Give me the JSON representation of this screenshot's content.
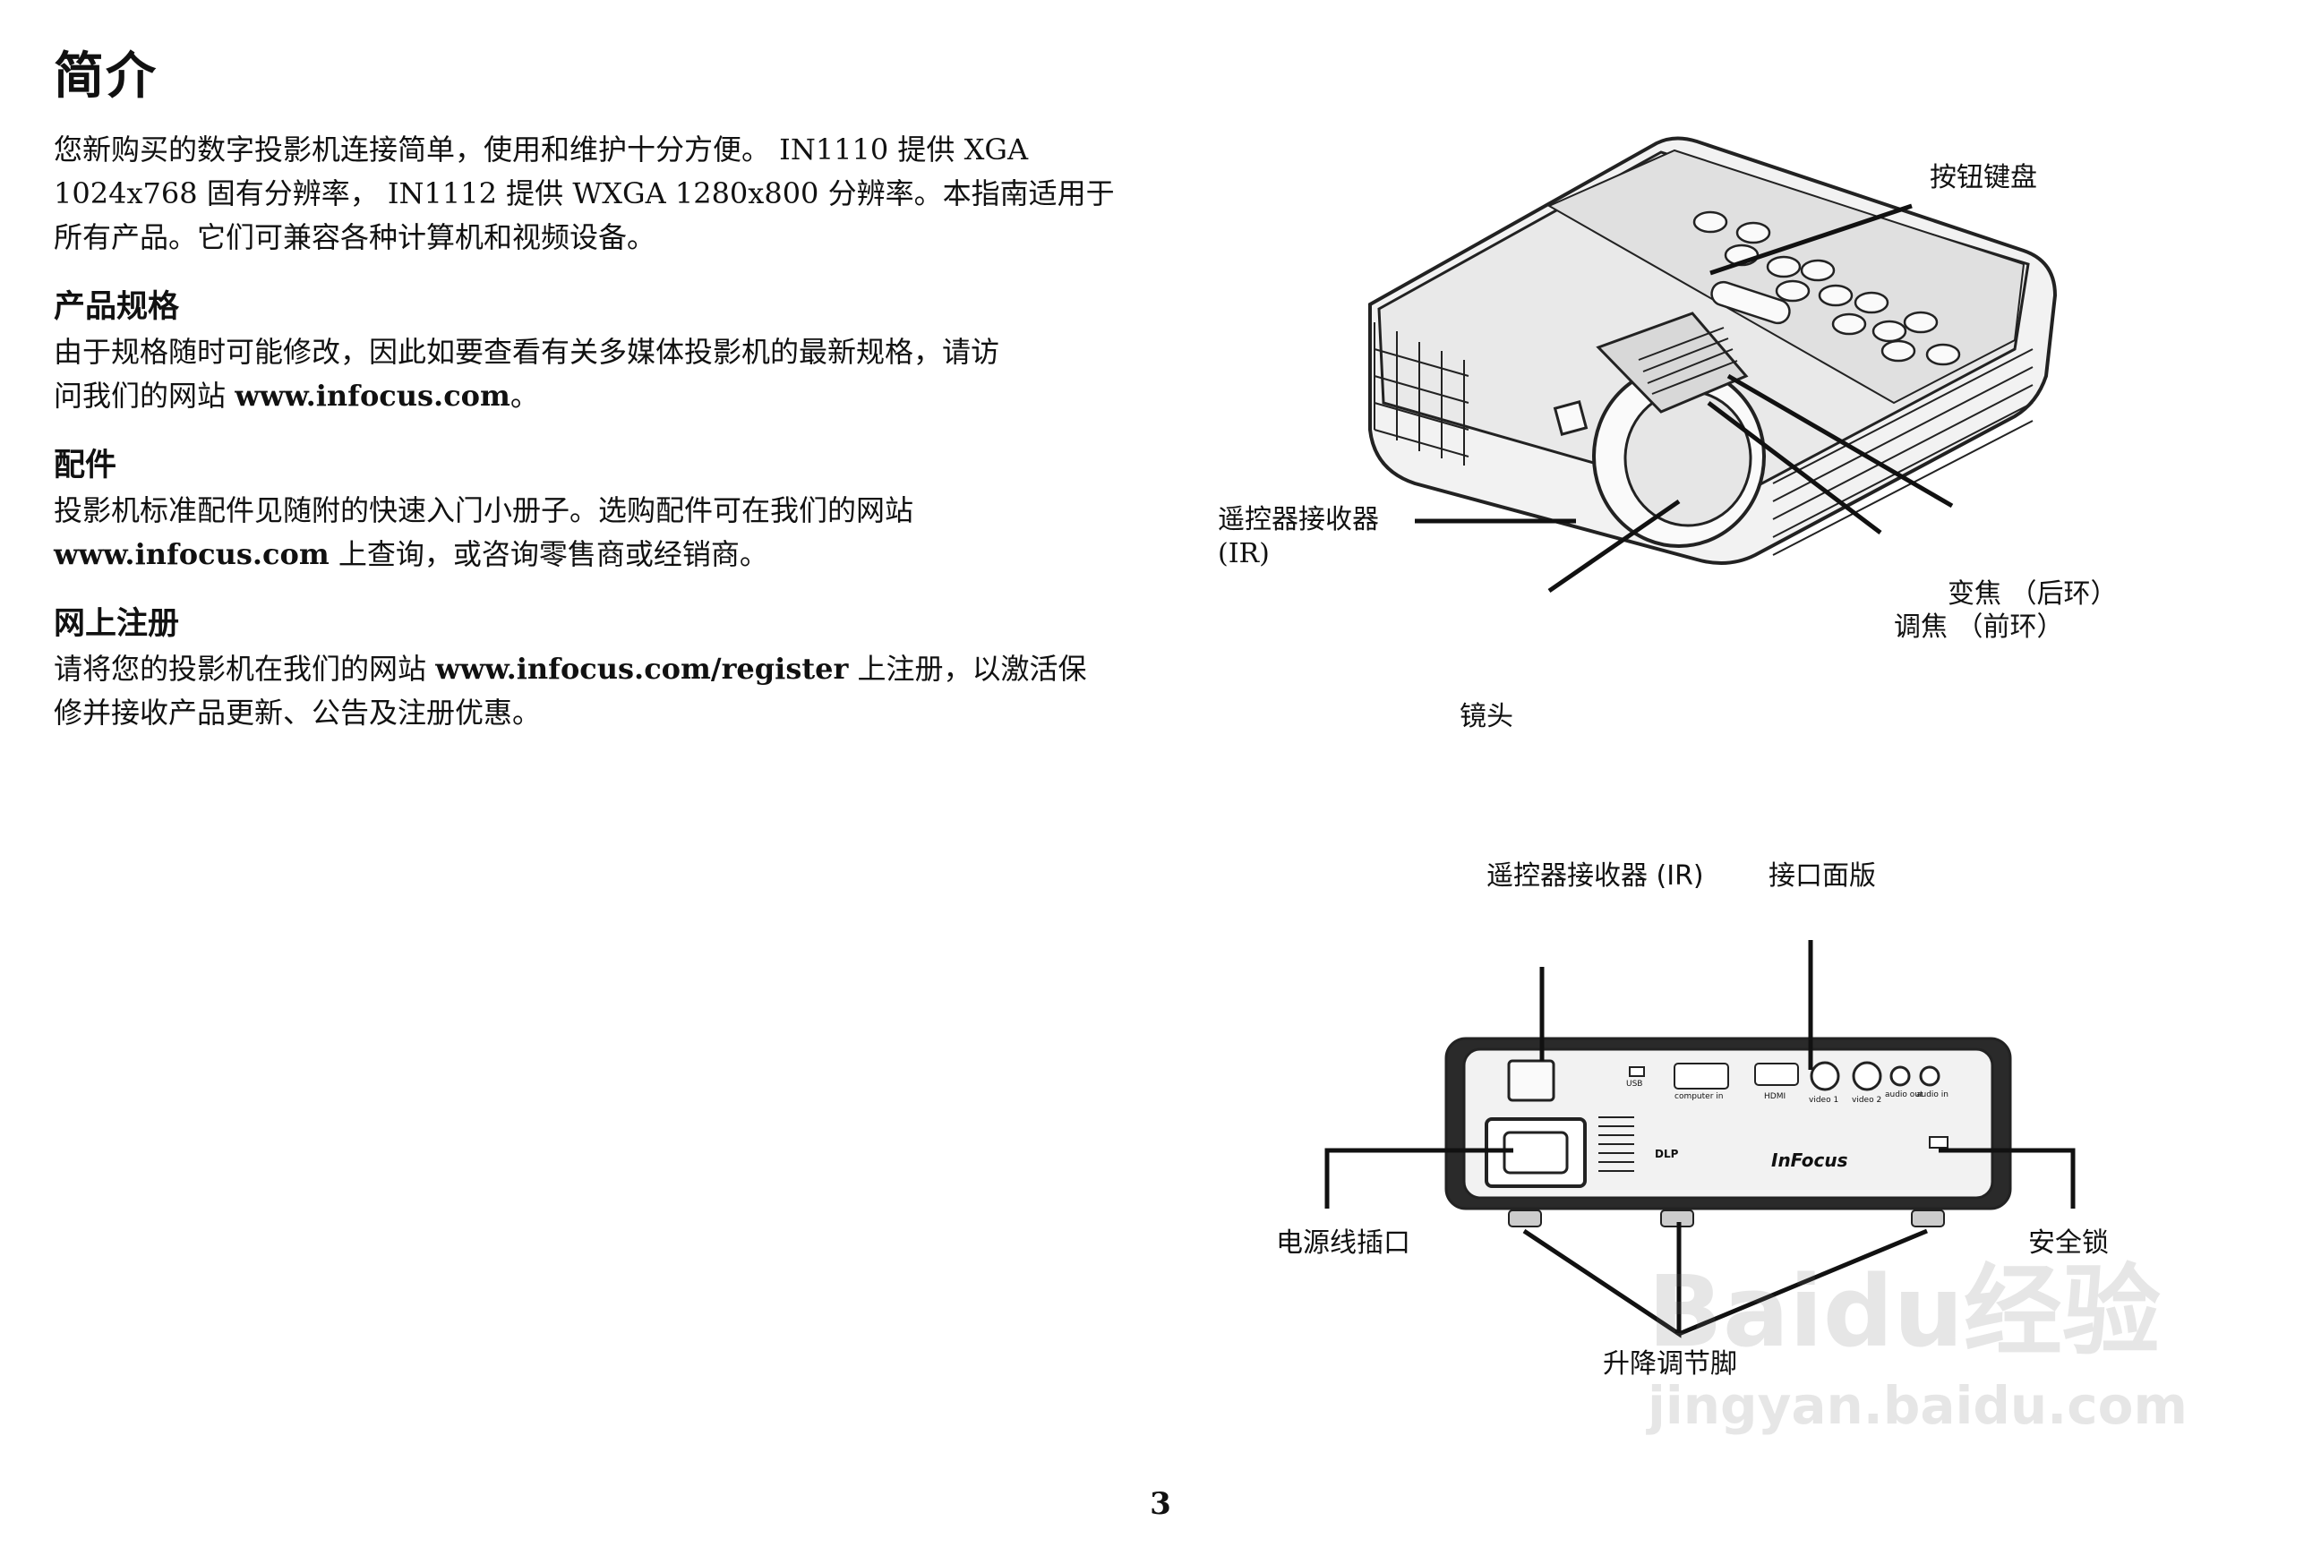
{
  "intro": {
    "title": "简介",
    "body_1": "您新购买的数字投影机连接简单，使用和维护十分方便。 IN1110 提供 XGA",
    "body_2": "1024x768 固有分辨率， IN1112 提供 WXGA 1280x800 分辨率。本指南适用于",
    "body_3": "所有产品。它们可兼容各种计算机和视频设备。"
  },
  "specs": {
    "heading": "产品规格",
    "body_1": "由于规格随时可能修改，因此如要查看有关多媒体投影机的最新规格，请访",
    "body_2_pre": "问我们的网站 ",
    "body_2_link": "www.infocus.com",
    "body_2_post": "。"
  },
  "accessories": {
    "heading": "配件",
    "body_1": "投影机标准配件见随附的快速入门小册子。选购配件可在我们的网站",
    "body_2_link": "www.infocus.com",
    "body_2_post": " 上查询，或咨询零售商或经销商。"
  },
  "registration": {
    "heading": "网上注册",
    "body_1_pre": "请将您的投影机在我们的网站 ",
    "body_1_link": "www.infocus.com/register",
    "body_1_post": " 上注册，以激活保",
    "body_2": "修并接收产品更新、公告及注册优惠。"
  },
  "figure_top": {
    "keypad": "按钮键盘",
    "ir_receiver_1": "遥控器接收器",
    "ir_receiver_2": "(IR)",
    "zoom": "变焦 （后环）",
    "focus": "调焦 （前环）",
    "lens": "镜头"
  },
  "figure_rear": {
    "ir_receiver": "遥控器接收器 (IR)",
    "connector_panel": "接口面版",
    "power_socket": "电源线插口",
    "security_lock": "安全锁",
    "elevator_feet": "升降调节脚",
    "port_usb": "USB",
    "port_computer": "computer in",
    "port_hdmi": "HDMI",
    "port_video1": "video 1",
    "port_video2": "video 2",
    "port_audio_out": "audio out",
    "port_audio_in": "audio in",
    "brand": "InFocus",
    "dlp": "DLP"
  },
  "page_number": "3",
  "watermark": {
    "text_1": "Baidu经验",
    "text_2": "jingyan.baidu.com"
  }
}
